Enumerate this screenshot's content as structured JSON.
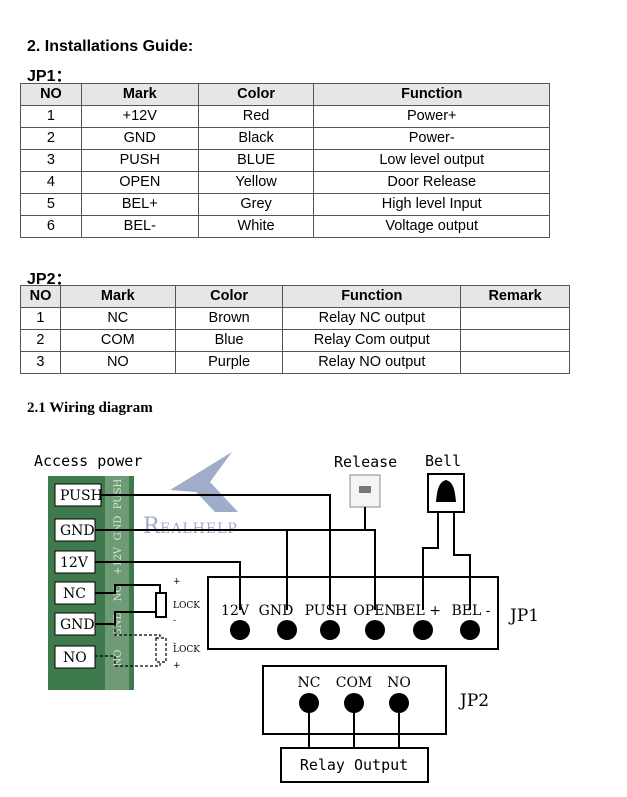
{
  "section_title": "2. Installations Guide:",
  "jp1": {
    "title": "JP1：",
    "headers": [
      "NO",
      "Mark",
      "Color",
      "Function"
    ],
    "rows": [
      [
        "1",
        "+12V",
        "Red",
        "Power+"
      ],
      [
        "2",
        "GND",
        "Black",
        "Power-"
      ],
      [
        "3",
        "PUSH",
        "BLUE",
        "Low level output"
      ],
      [
        "4",
        "OPEN",
        "Yellow",
        "Door Release"
      ],
      [
        "5",
        "BEL+",
        "Grey",
        "High level Input"
      ],
      [
        "6",
        "BEL-",
        "White",
        "Voltage output"
      ]
    ]
  },
  "jp2": {
    "title": "JP2：",
    "headers": [
      "NO",
      "Mark",
      "Color",
      "Function",
      "Remark"
    ],
    "rows": [
      [
        "1",
        "NC",
        "Brown",
        "Relay NC output",
        ""
      ],
      [
        "2",
        "COM",
        "Blue",
        "Relay Com output",
        ""
      ],
      [
        "3",
        "NO",
        "Purple",
        "Relay NO output",
        ""
      ]
    ]
  },
  "wiring": {
    "title": "2.1   Wiring diagram",
    "access_power": "Access power",
    "release": "Release",
    "bell": "Bell",
    "left_labels": [
      "PUSH",
      "GND",
      "12V",
      "NC",
      "GND",
      "NO"
    ],
    "board_labels": [
      "PUSH",
      "GND",
      "+12V",
      "NC",
      "GND",
      "NO"
    ],
    "lock": "LOCK",
    "plus": "+",
    "minus": "-",
    "jp1_label": "JP1",
    "jp1_terminals": [
      "12V",
      "GND",
      "PUSH",
      "OPEN",
      "BEL +",
      "BEL -"
    ],
    "jp2_label": "JP2",
    "jp2_terminals": [
      "NC",
      "COM",
      "NO"
    ],
    "relay_output": "Relay Output",
    "watermark_letter": "R",
    "watermark_text": "EALHELP"
  },
  "colors": {
    "header_bg": "#e6e6e6",
    "board_green": "#3f7a4d",
    "watermark": "#2a4a8a"
  }
}
